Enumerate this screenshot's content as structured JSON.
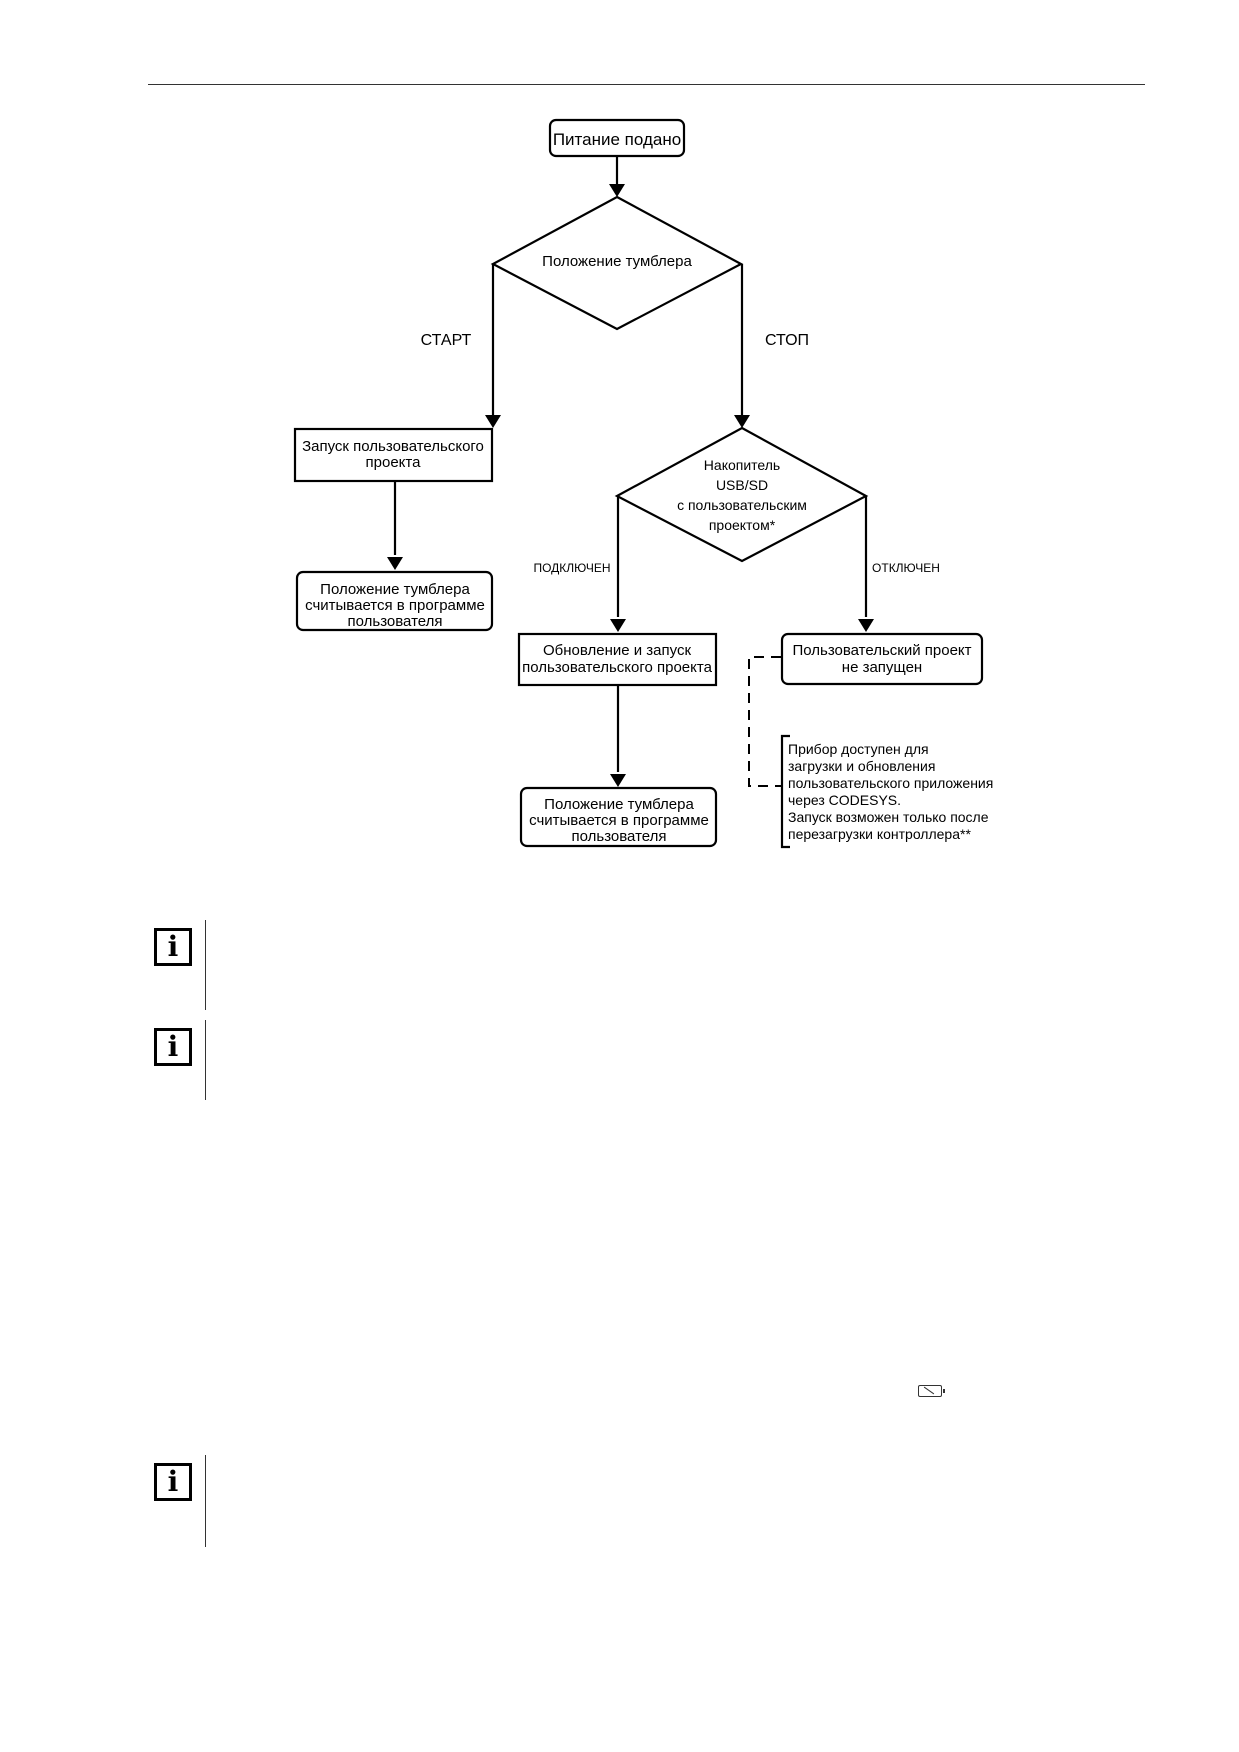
{
  "flowchart": {
    "nodes": {
      "power_on": "Питание подано",
      "switch_position": "Положение тумблера",
      "launch_project": [
        "Запуск пользовательского",
        "проекта"
      ],
      "read_switch_left": [
        "Положение тумблера",
        "считывается в программе",
        "пользователя"
      ],
      "storage_check": [
        "Накопитель",
        "USB/SD",
        "с пользовательским",
        "проектом*"
      ],
      "update_launch": [
        "Обновление и запуск",
        "пользовательского проекта"
      ],
      "not_launched": [
        "Пользовательский проект",
        "не запущен"
      ],
      "read_switch_right": [
        "Положение тумблера",
        "считывается в программе",
        "пользователя"
      ],
      "device_note": [
        "Прибор доступен для",
        "загрузки и обновления",
        "пользовательского приложения",
        "через CODESYS.",
        "Запуск возможен только после",
        "перезагрузки контроллера**"
      ]
    },
    "edges": {
      "start": "СТАРТ",
      "stop": "СТОП",
      "connected": "ПОДКЛЮЧЕН",
      "disconnected": "ОТКЛЮЧЕН"
    }
  },
  "notes": [
    {
      "icon": "info-icon",
      "glyph": "i"
    },
    {
      "icon": "info-icon",
      "glyph": "i"
    },
    {
      "icon": "info-icon",
      "glyph": "i"
    }
  ],
  "inline_icon": "battery-icon"
}
